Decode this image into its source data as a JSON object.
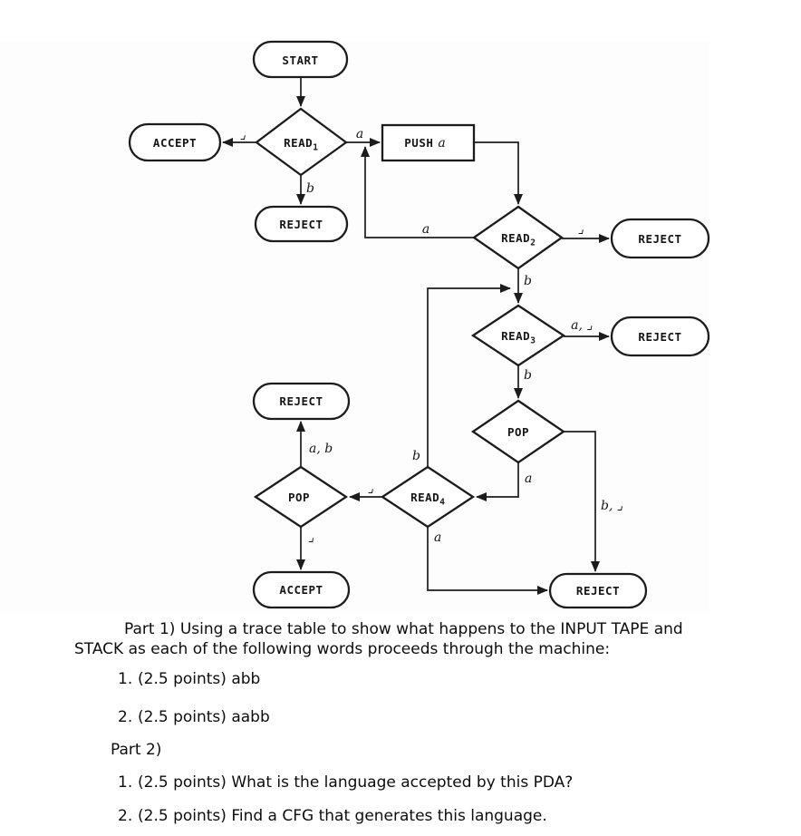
{
  "figure": {
    "nodes": {
      "start": {
        "label": "START"
      },
      "accept_left": {
        "label": "ACCEPT"
      },
      "read1": {
        "label": "READ",
        "sub": "1"
      },
      "push_a": {
        "label": "PUSH",
        "arg": "a"
      },
      "reject_read1": {
        "label": "REJECT"
      },
      "read2": {
        "label": "READ",
        "sub": "2"
      },
      "reject_read2": {
        "label": "REJECT"
      },
      "read3": {
        "label": "READ",
        "sub": "3"
      },
      "reject_read3": {
        "label": "REJECT"
      },
      "pop_right": {
        "label": "POP"
      },
      "reject_pop_left": {
        "label": "REJECT"
      },
      "pop_left": {
        "label": "POP"
      },
      "read4": {
        "label": "READ",
        "sub": "4"
      },
      "accept_bottom": {
        "label": "ACCEPT"
      },
      "reject_bottom": {
        "label": "REJECT"
      }
    },
    "edge_labels": {
      "read1_accept": "⌟",
      "read1_push": "a",
      "read1_reject": "b",
      "read2_loop": "a",
      "read2_reject": "⌟",
      "read2_read3": "b",
      "read4_read3": "b",
      "read3_reject": "a, ⌟",
      "read3_pop": "b",
      "pop_right_read4": "a",
      "pop_right_reject": "b, ⌟",
      "read4_pop_left": "⌟",
      "read4_reject": "a",
      "pop_left_reject": "a, b",
      "pop_left_accept": "⌟"
    },
    "stroke_color": "#1c1c1c"
  },
  "questions": {
    "part1": {
      "line1": "Part 1) Using a trace table to show what happens to the INPUT TAPE and",
      "line2": "STACK as each of the following words proceeds through the machine:",
      "items": [
        {
          "num": "1.",
          "text": "(2.5 points) abb"
        },
        {
          "num": "2.",
          "text": "(2.5 points) aabb"
        }
      ]
    },
    "part2": {
      "heading": "Part 2)",
      "items": [
        {
          "num": "1.",
          "text": "(2.5 points) What is the language accepted by this PDA?"
        },
        {
          "num": "2.",
          "text": "(2.5 points) Find a CFG that generates this language."
        }
      ]
    }
  }
}
